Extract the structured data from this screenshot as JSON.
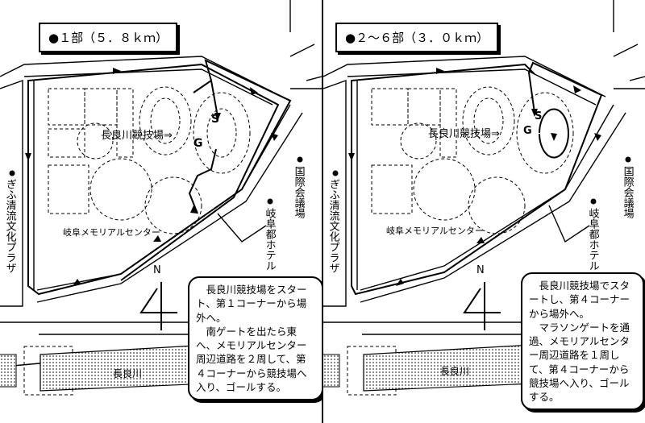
{
  "left": {
    "title": "●１部（５．８ｋｍ）",
    "venue_label": "長良川競技場⇒",
    "memorial_label": "岐阜メモリアルセンター",
    "plaza_label": "ぎふ清流文化プラザ",
    "hotel_label": "岐阜都ホテル",
    "conference_label": "国際会議場",
    "river_label": "長良川",
    "north_label": "N",
    "start_mark": "S",
    "goal_mark": "G",
    "note_lines": [
      "長良川競技場をスタート、第１コーナーから場外へ。",
      "南ゲートを出たら東へ、メモリアルセンター周辺道路を２周して、第４コーナーから競技場へ入り、ゴールする。"
    ]
  },
  "right": {
    "title": "●２～６部（３．０ｋｍ）",
    "venue_label": "長良川競技場⇒",
    "memorial_label": "岐阜メモリアルセンター",
    "plaza_label": "ぎふ清流文化プラザ",
    "hotel_label": "岐阜都ホテル",
    "conference_label": "国際会議場",
    "river_label": "長良川",
    "north_label": "N",
    "start_mark": "S",
    "goal_mark": "G",
    "note_lines": [
      "長良川競技場でスタートし、第４コーナーから場外へ。",
      "マラソンゲートを通過、メモリアルセンター周辺道路を１周して、第４コーナーから競技場へ入り、ゴールする。"
    ]
  }
}
